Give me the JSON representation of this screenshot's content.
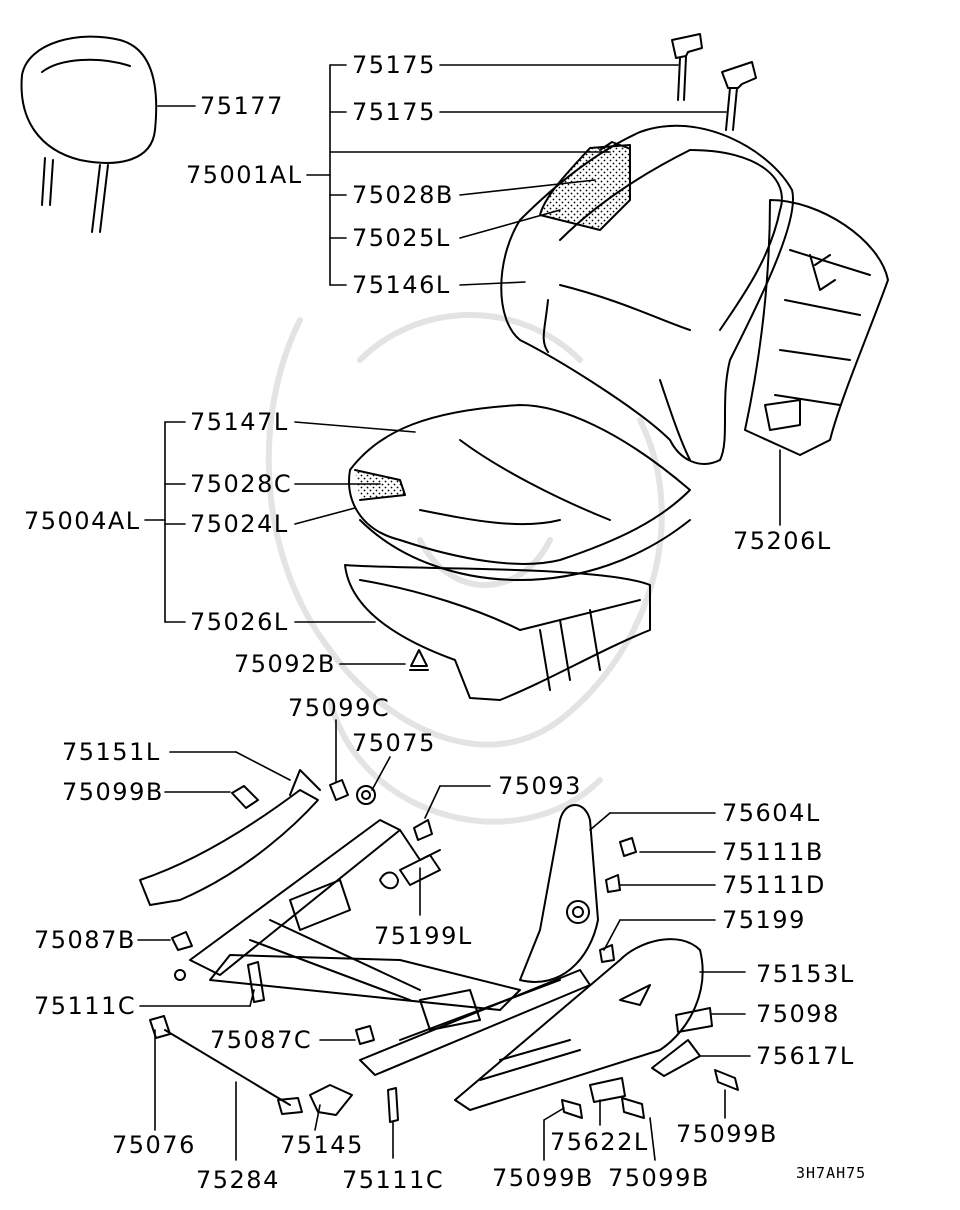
{
  "diagram": {
    "drawing_code": "3H7AH75",
    "groups": {
      "seatback_assembly": "75001AL",
      "cushion_assembly": "75004AL"
    },
    "parts": {
      "headrest": "75177",
      "headrest_guide_a": "75175",
      "headrest_guide_b": "75175",
      "back_pad": "75028B",
      "back_cover": "75025L",
      "back_frame": "75146L",
      "back_board": "75206L",
      "cushion_cover": "75147L",
      "cushion_pad": "75028C",
      "cushion_frame": "75024L",
      "cushion_pan": "75026L",
      "clip": "75092B",
      "washer_bolt_top": "75099C",
      "spring": "75075",
      "retainer": "75093",
      "inner_cover": "75151L",
      "screw_left": "75099B",
      "recliner_lever": "75604L",
      "bolt_b": "75111B",
      "bolt_d": "75111D",
      "bracket": "75199L",
      "bracket_b": "75199",
      "nut_b": "75087B",
      "bolt_c_left": "75111C",
      "outer_cover": "75153L",
      "cap": "75098",
      "knob": "75617L",
      "nut_c": "75087C",
      "screw_right": "75099B",
      "stud": "75076",
      "rod": "75284",
      "end_cap": "75145",
      "bolt_c_bottom": "75111C",
      "cover_cap": "75622L",
      "screw_bottom_a": "75099B",
      "screw_bottom_b": "75099B"
    }
  }
}
